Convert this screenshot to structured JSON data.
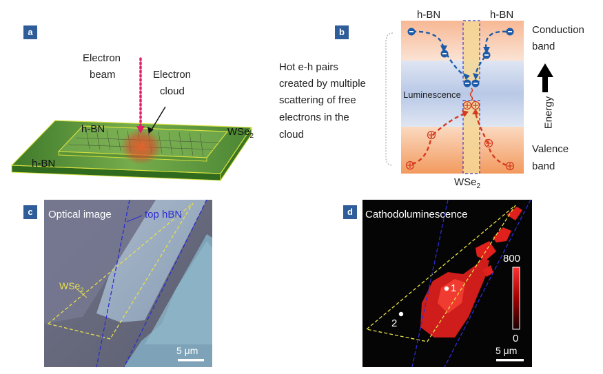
{
  "panel_a": {
    "label": "a",
    "electron_beam": [
      "Electron",
      "beam"
    ],
    "electron_cloud": [
      "Electron",
      "cloud"
    ],
    "top_layer": "h-BN",
    "bottom_layer": "h-BN",
    "material": "WSe",
    "material_sub": "2"
  },
  "panel_b": {
    "label": "b",
    "hbn_left": "h-BN",
    "hbn_right": "h-BN",
    "conduction_band": [
      "Conduction",
      "band"
    ],
    "valence_band": [
      "Valence",
      "band"
    ],
    "energy": "Energy",
    "luminescence": "Luminescence",
    "material": "WSe",
    "material_sub": "2",
    "hot_pairs": [
      "Hot e-h pairs",
      "created by multiple",
      "scattering of free",
      "electrons in the",
      "cloud"
    ]
  },
  "panel_c": {
    "label": "c",
    "title": "Optical image",
    "top_hbn": "top hBN",
    "material": "WSe",
    "material_sub": "2",
    "scalebar": "5 μm"
  },
  "panel_d": {
    "label": "d",
    "title": "Cathodoluminescence",
    "colorbar_max": "800",
    "colorbar_min": "0",
    "point_1": "1",
    "point_2": "2",
    "scalebar": "5 μm"
  },
  "colors": {
    "label_bg": "#2f5d9a",
    "beam": "#e0206a",
    "electron": "#1d5aa8",
    "hole": "#d63a1e",
    "dash_blue": "#2c2cd0",
    "dash_yellow": "#e8e04a"
  }
}
